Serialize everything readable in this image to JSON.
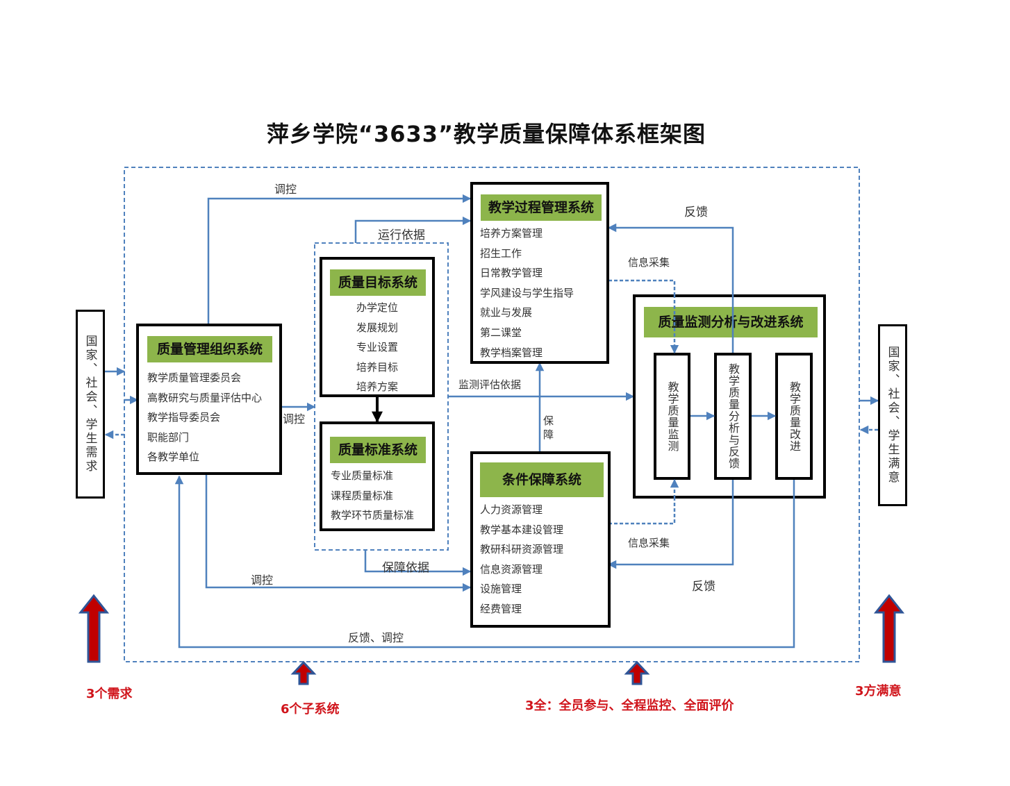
{
  "title": "萍乡学院“3633”教学质量保障体系框架图",
  "colors": {
    "header_green": "#8db54b",
    "line_blue": "#4f81bd",
    "emphasis_red": "#d0141b",
    "arrow_navy": "#2f5597"
  },
  "left_input": {
    "text": "国家、社会、学生需求"
  },
  "right_output": {
    "text": "国家、社会、学生满意"
  },
  "systems": {
    "org": {
      "title": "质量管理组织系统",
      "items": [
        "教学质量管理委员会",
        "高教研究与质量评估中心",
        "教学指导委员会",
        "职能部门",
        "各教学单位"
      ]
    },
    "goal": {
      "title": "质量目标系统",
      "items": [
        "办学定位",
        "发展规划",
        "专业设置",
        "培养目标",
        "培养方案"
      ]
    },
    "standard": {
      "title": "质量标准系统",
      "items": [
        "专业质量标准",
        "课程质量标准",
        "教学环节质量标准"
      ]
    },
    "process": {
      "title": "教学过程管理系统",
      "items": [
        "培养方案管理",
        "招生工作",
        "日常教学管理",
        "学风建设与学生指导",
        "就业与发展",
        "第二课堂",
        "教学档案管理"
      ]
    },
    "condition": {
      "title": "条件保障系统",
      "items": [
        "人力资源管理",
        "教学基本建设管理",
        "教研科研资源管理",
        "信息资源管理",
        "设施管理",
        "经费管理"
      ]
    },
    "monitor": {
      "title": "质量监测分析与改进系统",
      "stages": [
        "教学质量监测",
        "教学质量分析与反馈",
        "教学质量改进"
      ]
    }
  },
  "flow_labels": {
    "control_top": "调控",
    "run_basis": "运行依据",
    "feedback_top": "反馈",
    "info_collect_top": "信息采集",
    "control_mid": "调控",
    "monitor_basis": "监测评估依据",
    "support": "保障",
    "info_collect_bottom": "信息采集",
    "feedback_bottom": "反馈",
    "guarantee_basis": "保障依据",
    "control_bottom": "调控",
    "feedback_control": "反馈、调控"
  },
  "annotations": {
    "needs": "3个需求",
    "subsystems": "6个子系统",
    "three_all": "3全：全员参与、全程监控、全面评价",
    "satisfaction": "3方满意"
  }
}
